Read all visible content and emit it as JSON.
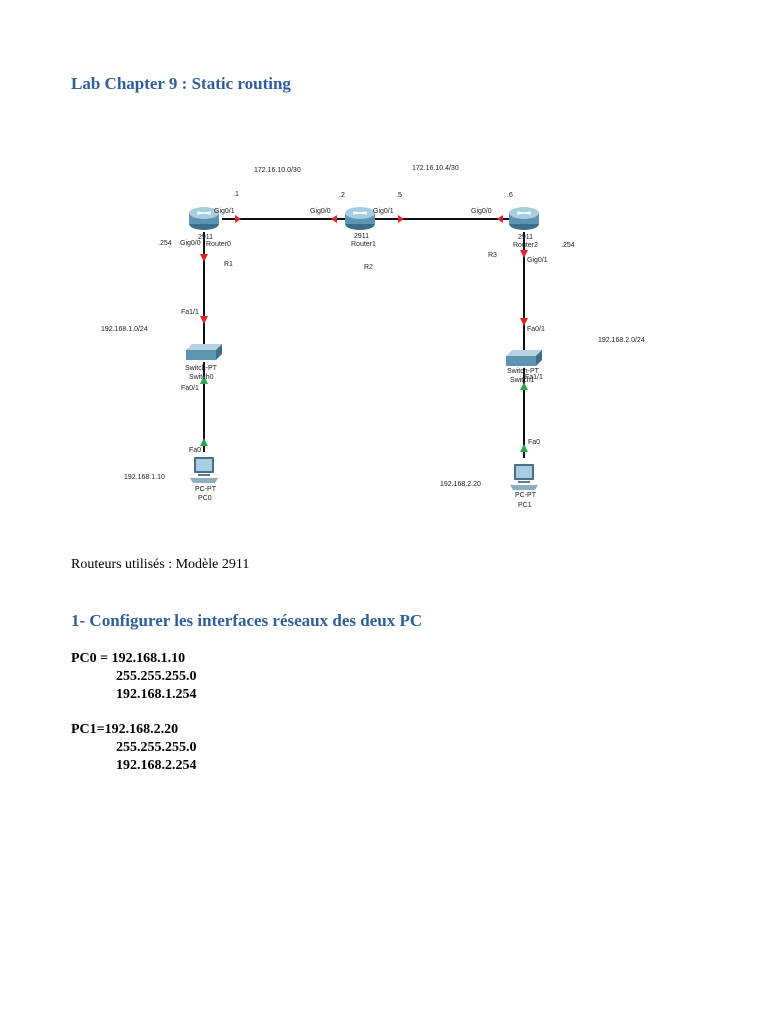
{
  "title": "Lab Chapter 9 : Static routing",
  "diagram": {
    "subnets": {
      "wan1": "172.16.10.0/30",
      "wan2": "172.16.10.4/30",
      "lan1": "192.168.1.0/24",
      "lan2": "192.168.2.0/24"
    },
    "host_ids": {
      "r1_wan": ".1",
      "r2_left": ".2",
      "r2_right": ".5",
      "r3_wan": ".6",
      "r1_lan": ".254",
      "r3_lan": ".254"
    },
    "interfaces": {
      "r1_gig01": "Gig0/1",
      "r1_gig00": "Gig0/0",
      "r2_gig00": "Gig0/0",
      "r2_gig01": "Gig0/1",
      "r3_gig00": "Gig0/0",
      "r3_gig01": "Gig0/1",
      "sw0_fa11": "Fa1/1",
      "sw0_fa01": "Fa0/1",
      "pc0_fa0": "Fa0",
      "sw1_fa01": "Fa0/1",
      "sw1_fa11": "Fa1/1",
      "pc1_fa0": "Fa0"
    },
    "devices": {
      "r1_model": "2911",
      "r1_name": "Router0",
      "r1_label": "R1",
      "r2_model": "2911",
      "r2_name": "Router1",
      "r2_label": "R2",
      "r3_model": "2911",
      "r3_name": "Router2",
      "r3_label": "R3",
      "sw0_model": "Switch-PT",
      "sw0_name": "Switch0",
      "sw1_model": "Switch-PT",
      "sw1_name": "Switch1",
      "pc0_model": "PC-PT",
      "pc0_name": "PC0",
      "pc1_model": "PC-PT",
      "pc1_name": "PC1"
    },
    "host_ips": {
      "pc0": "192.168.1.10",
      "pc1": "192.168.2.20"
    }
  },
  "routers_text": "Routeurs utilisés : Modèle 2911",
  "section1_title": "1- Configurer les interfaces réseaux des deux PC",
  "pc0": {
    "line1": "PC0 = 192.168.1.10",
    "mask": "255.255.255.0",
    "gateway": "192.168.1.254"
  },
  "pc1": {
    "line1": "PC1=192.168.2.20",
    "mask": "255.255.255.0",
    "gateway": "192.168.2.254"
  },
  "colors": {
    "heading": "#2e5e9c",
    "link": "#000000",
    "link_down": "#e0242a",
    "link_up": "#2ca84a"
  }
}
